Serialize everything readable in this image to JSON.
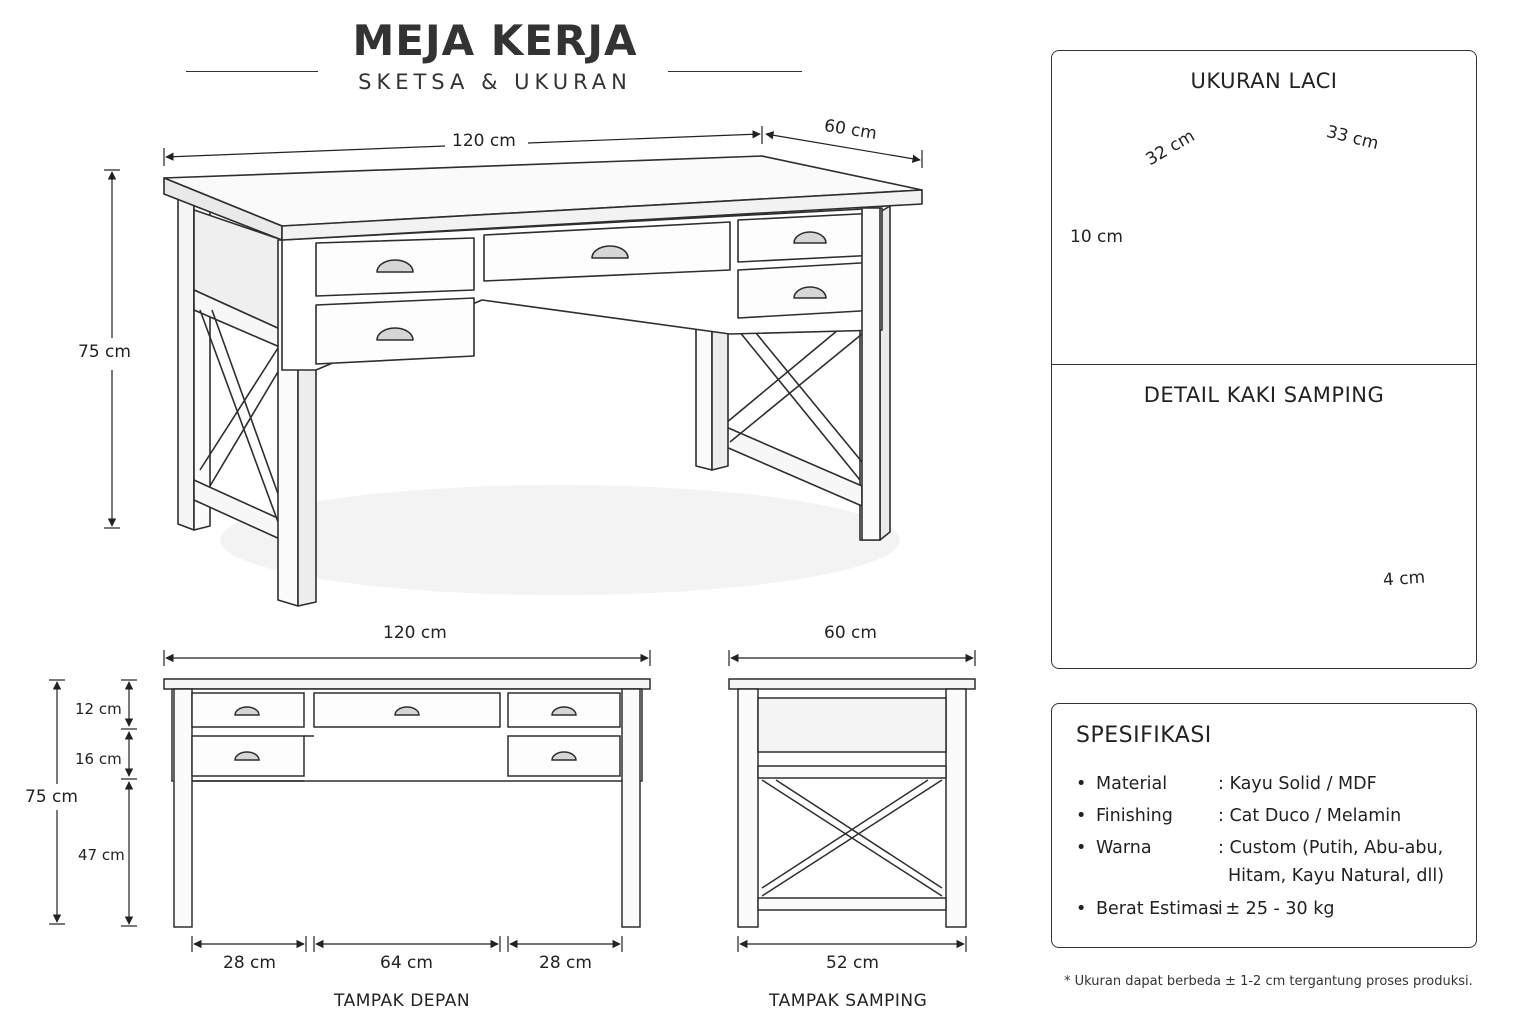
{
  "header": {
    "title": "MEJA KERJA",
    "subtitle": "SKETSA & UKURAN"
  },
  "perspective": {
    "width": "120 cm",
    "depth": "60 cm",
    "height": "75 cm"
  },
  "front_view": {
    "caption": "TAMPAK DEPAN",
    "width": "120 cm",
    "total_height": "75 cm",
    "drawer_top": "12 cm",
    "drawer_bottom": "16 cm",
    "leg_space": "47 cm",
    "left_width": "28 cm",
    "center_width": "64 cm",
    "right_width": "28 cm"
  },
  "side_view": {
    "caption": "TAMPAK SAMPING",
    "depth": "60 cm",
    "inner_depth": "52 cm"
  },
  "drawer_panel": {
    "title": "UKURAN LACI",
    "width": "32 cm",
    "depth": "33 cm",
    "height": "10 cm"
  },
  "leg_panel": {
    "title": "DETAIL KAKI SAMPING",
    "thickness": "4 cm"
  },
  "specs": {
    "title": "SPESIFIKASI",
    "items": [
      {
        "label": "Material",
        "value": ": Kayu Solid / MDF"
      },
      {
        "label": "Finishing",
        "value": ": Cat Duco / Melamin"
      },
      {
        "label": "Warna",
        "value": ": Custom (Putih, Abu-abu,",
        "value2": "Hitam, Kayu Natural, dll)"
      },
      {
        "label": "Berat Estimasi",
        "value": ": ± 25 - 30 kg"
      }
    ],
    "bullet": "•"
  },
  "footnote": "* Ukuran dapat berbeda ± 1-2 cm tergantung proses produksi."
}
